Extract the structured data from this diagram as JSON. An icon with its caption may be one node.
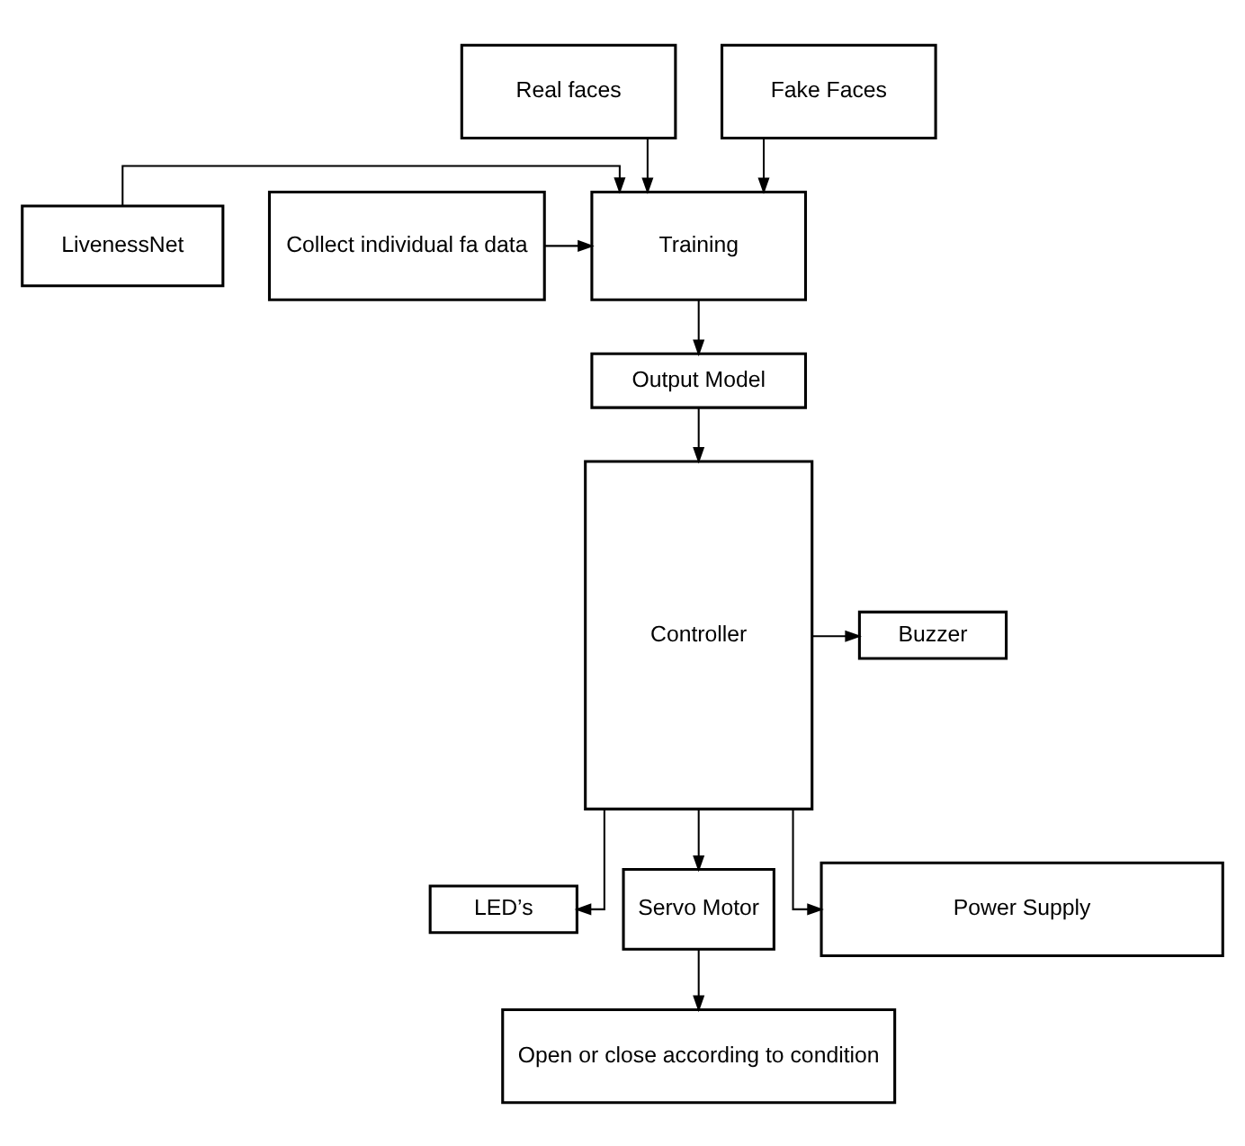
{
  "diagram": {
    "nodes": [
      {
        "text": [
          "Real faces"
        ]
      },
      {
        "text": [
          "Fake Faces"
        ]
      },
      {
        "text": [
          "LivenessNet"
        ]
      },
      {
        "text": [
          "Training"
        ]
      },
      {
        "text": [
          "Collect individual fa data"
        ]
      },
      {
        "text": [
          "Output Model"
        ]
      },
      {
        "text": [
          "Controller"
        ]
      },
      {
        "text": [
          "LED’s"
        ]
      },
      {
        "text": [
          "Buzzer"
        ]
      },
      {
        "text": [
          "Servo Motor"
        ]
      },
      {
        "text": [
          "Open or close according to condition"
        ]
      },
      {
        "text": [
          "Power Supply"
        ]
      }
    ],
    "edges": [
      {
        "from": 0,
        "to": 3,
        "arrow": "to"
      },
      {
        "from": 1,
        "to": 3,
        "arrow": "to"
      },
      {
        "from": 2,
        "to": 3,
        "arrow": "to"
      },
      {
        "from": 4,
        "to": 3,
        "arrow": "to"
      },
      {
        "from": 3,
        "to": 5,
        "arrow": "to"
      },
      {
        "from": 5,
        "to": 6,
        "arrow": "to"
      },
      {
        "from": 6,
        "to": 7,
        "arrow": "to"
      },
      {
        "from": 6,
        "to": 8,
        "arrow": "to"
      },
      {
        "from": 6,
        "to": 9,
        "arrow": "to"
      },
      {
        "from": 9,
        "to": 10,
        "arrow": "to"
      },
      {
        "from": 6,
        "to": 11,
        "arrow": "to"
      }
    ]
  }
}
